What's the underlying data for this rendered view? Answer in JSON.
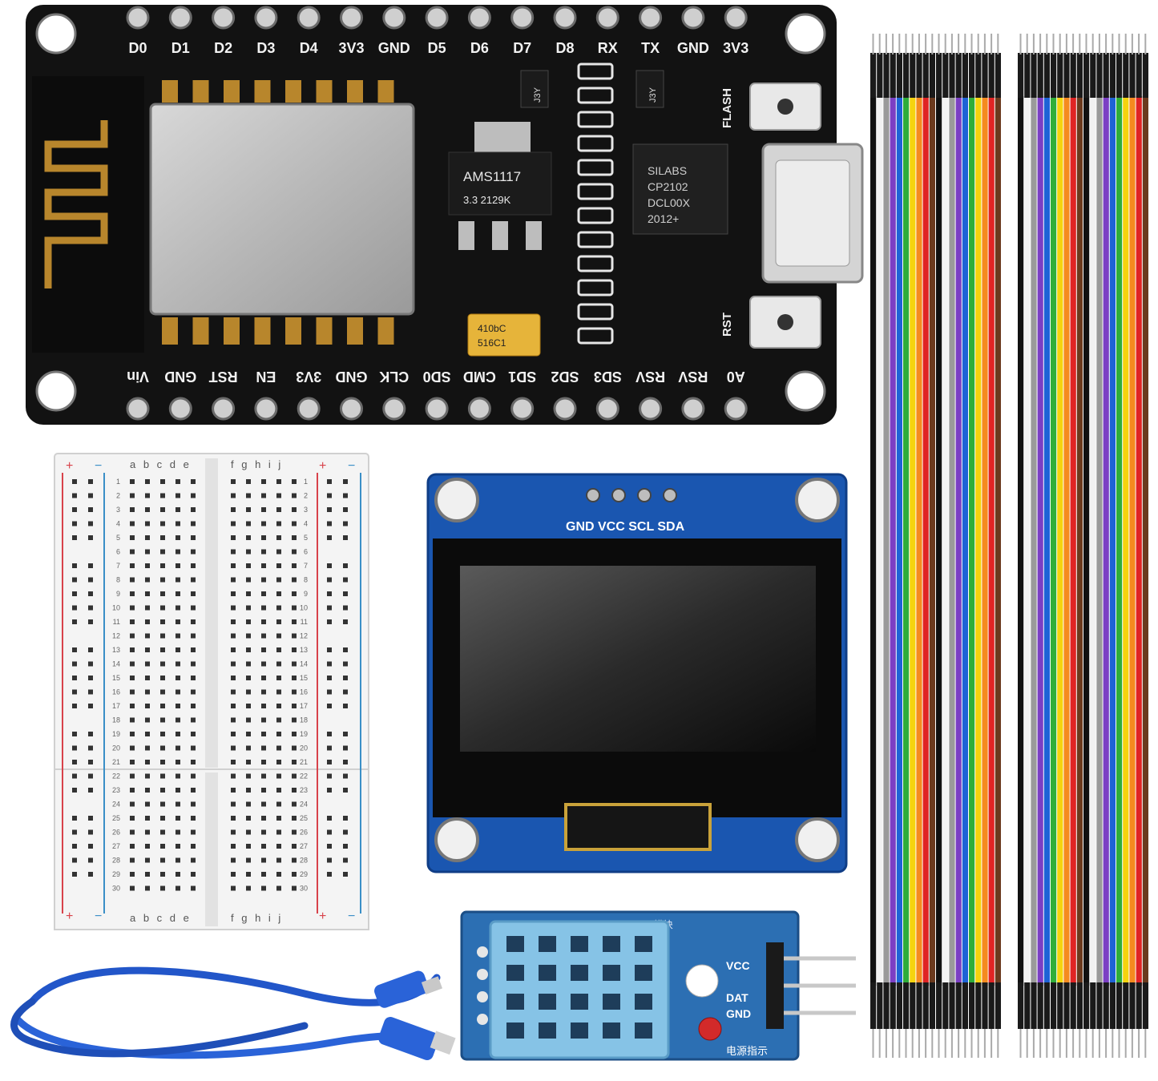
{
  "nodemcu": {
    "top_pins": [
      "D0",
      "D1",
      "D2",
      "D3",
      "D4",
      "3V3",
      "GND",
      "D5",
      "D6",
      "D7",
      "D8",
      "RX",
      "TX",
      "GND",
      "3V3"
    ],
    "bottom_pins": [
      "A0",
      "RSV",
      "RSV",
      "SD3",
      "SD2",
      "SD1",
      "CMD",
      "SD0",
      "CLK",
      "GND",
      "3V3",
      "EN",
      "RST",
      "GND",
      "Vin"
    ],
    "regulator_text": [
      "AMS1117",
      "3.3    2129K"
    ],
    "usb_chip_text": [
      "SILABS",
      "CP2102",
      "DCL00X",
      "2012+"
    ],
    "cap_text": [
      "410bC",
      "516C1"
    ],
    "flash_label": "FLASH",
    "rst_label": "RST",
    "reg_small_1": "J3Y",
    "reg_small_2": "J3Y"
  },
  "breadboard": {
    "cols_left": "a b c d e",
    "cols_right": "f g h i j",
    "plus": "+",
    "minus": "−"
  },
  "oled": {
    "pins_label": "GND VCC SCL SDA"
  },
  "dht11": {
    "title": "DH11模块",
    "pins": [
      "VCC",
      "DAT",
      "GND"
    ],
    "power_label": "电源指示"
  },
  "colors": {
    "board_black": "#111111",
    "oled_blue": "#1a56b0",
    "dht_blue": "#2c6fb3",
    "sensor_blue": "#86c3e6",
    "wires": [
      "#6b3a1e",
      "#e02424",
      "#f58a1f",
      "#f5d30e",
      "#2fae3a",
      "#1e63d6",
      "#7b3fc4",
      "#9a9a9a",
      "#f2f2f2",
      "#111111"
    ]
  },
  "icons": [
    "usb-cable-icon",
    "jumper-wire-bundle-icon"
  ]
}
